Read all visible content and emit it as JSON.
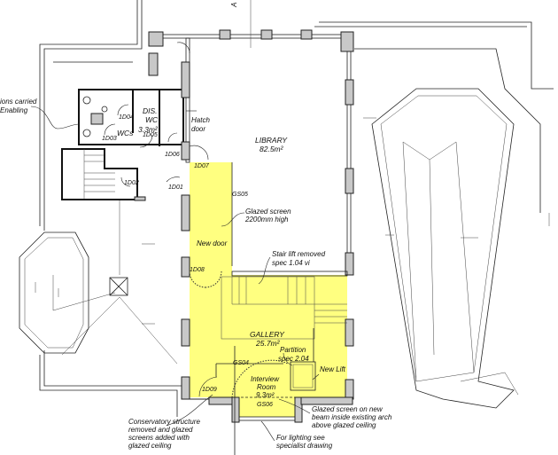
{
  "colors": {
    "highlight": "#ffff80",
    "wall_fill": "#c8c8c8",
    "line": "#222222"
  },
  "annotations": {
    "top_left_note": [
      "ions carried",
      "Enabling"
    ],
    "hatch_door": [
      "Hatch",
      "door"
    ],
    "glazed_screen": [
      "Glazed screen",
      "2200mm high"
    ],
    "new_door": "New door",
    "stair_lift": [
      "Stair lift removed",
      "spec 1.04 vi"
    ],
    "partition": [
      "Partition",
      "spec 2.04"
    ],
    "new_lift": "New Lift",
    "glazed_screen_beam": [
      "Glazed screen on new",
      "beam inside existing arch",
      "above glazed ceiling"
    ],
    "conservatory": [
      "Conservatory structure",
      "removed and glazed",
      "screens added with",
      "glazed ceiling"
    ],
    "lighting": [
      "For lighting see",
      "specialist drawing"
    ],
    "section_mark": "A"
  },
  "rooms": {
    "dis_wc": [
      "DIS.",
      "WC",
      "3.3m²"
    ],
    "wcs": "WCs",
    "library": [
      "LIBRARY",
      "82.5m²"
    ],
    "gallery": [
      "GALLERY",
      "25.7m²"
    ],
    "interview": [
      "Interview",
      "Room",
      "9.3m²"
    ]
  },
  "doors": {
    "d01": "1D01",
    "d02": "1D02",
    "d03": "1D03",
    "d04": "1D04",
    "d05": "1D05",
    "d06": "1D06",
    "d07": "1D07",
    "d08": "1D08",
    "d09": "1D09"
  },
  "screens": {
    "gs04": "GS04",
    "gs05": "GS05",
    "gs06": "GS06"
  }
}
